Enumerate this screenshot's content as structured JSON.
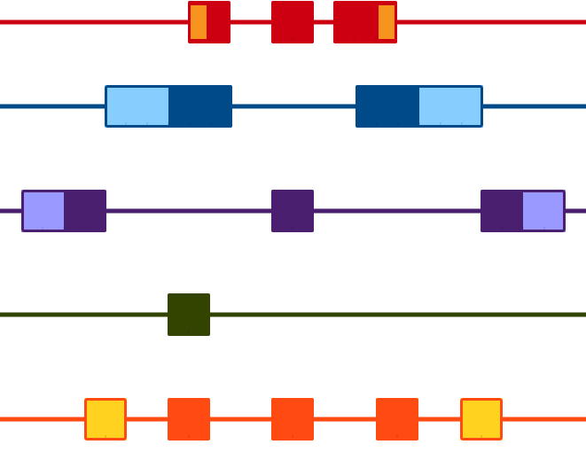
{
  "tracks": [
    {
      "color": "#CC0011",
      "light": "#F7941D",
      "exons": [
        {
          "units": 2,
          "cap": "left"
        },
        {
          "units": 2
        },
        {
          "units": 3,
          "cap": "right"
        }
      ]
    },
    {
      "color": "#004A8A",
      "light": "#87CEFF",
      "exons": [
        {
          "units": 6,
          "lightHalf": "left"
        },
        {
          "units": 6,
          "lightHalf": "right"
        }
      ]
    },
    {
      "color": "#4A1F6F",
      "light": "#9999FF",
      "exons": [
        {
          "units": 4,
          "lightHalf": "left"
        },
        {
          "units": 2
        },
        {
          "units": 4,
          "lightHalf": "right"
        }
      ]
    },
    {
      "color": "#334400",
      "light": "#334400",
      "exons": [
        {
          "units": 2
        }
      ]
    },
    {
      "color": "#FF4A11",
      "light": "#FFD21F",
      "exons": [
        {
          "units": 2,
          "lightFull": true
        },
        {
          "units": 2
        },
        {
          "units": 2
        },
        {
          "units": 2
        },
        {
          "units": 2,
          "lightFull": true
        }
      ]
    }
  ]
}
